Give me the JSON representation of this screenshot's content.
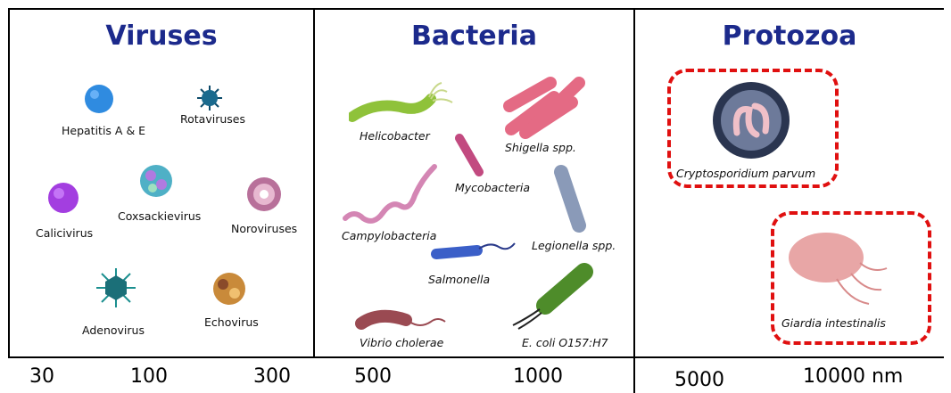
{
  "panels": {
    "viruses": {
      "title": "Viruses",
      "items": [
        "Hepatitis A & E",
        "Rotaviruses",
        "Calicivirus",
        "Coxsackievirus",
        "Noroviruses",
        "Adenovirus",
        "Echovirus"
      ]
    },
    "bacteria": {
      "title": "Bacteria",
      "items": [
        "Helicobacter",
        "Shigella spp.",
        "Mycobacteria",
        "Campylobacteria",
        "Legionella spp.",
        "Salmonella",
        "Vibrio cholerae",
        "E. coli O157:H7"
      ]
    },
    "protozoa": {
      "title": "Protozoa",
      "items": [
        "Cryptosporidium parvum",
        "Giardia intestinalis"
      ]
    }
  },
  "scale": [
    "30",
    "100",
    "300",
    "500",
    "1000",
    "5000",
    "10000 nm"
  ],
  "colors": {
    "title": "#1c2a8c",
    "highlight_border": "#e01010"
  }
}
